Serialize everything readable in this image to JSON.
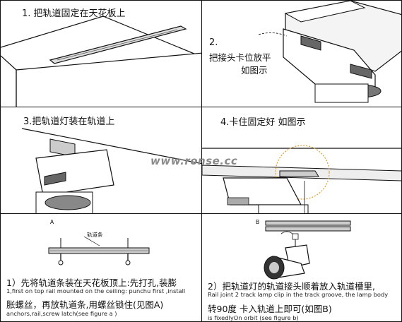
{
  "steps": {
    "step1": {
      "title": "1. 把轨道固定在天花板上"
    },
    "step2": {
      "number": "2.",
      "line1": "把接头卡位放平",
      "line2": "如图示"
    },
    "step3": {
      "title": "3.把轨道灯装在轨道上"
    },
    "step4": {
      "title": "4.卡住固定好  如图示"
    }
  },
  "watermark": "www.ronse.cc",
  "figure_a": {
    "letter": "A",
    "rail_label": "轨道条",
    "cn_line1": "1）先将轨道条装在天花板顶上:先打孔,装膨",
    "en_line1": "1,first on top rail mounted on the ceiling: punchu first ,install",
    "cn_line2": "胀螺丝，再放轨道条,用螺丝锁住(见图A)",
    "en_line2": "anchors,rail,screw latch(see figure a )"
  },
  "figure_b": {
    "letter": "B",
    "cn_line1": "2）把轨道灯的轨道接头顺着放入轨道槽里,",
    "en_line1": "Rail joint 2 track lamp clip in the track groove, the lamp body",
    "cn_line2": "转90度 卡入轨道上即可(如图B)",
    "en_line2": "is fixedlyOn orbit (see figure b)"
  }
}
